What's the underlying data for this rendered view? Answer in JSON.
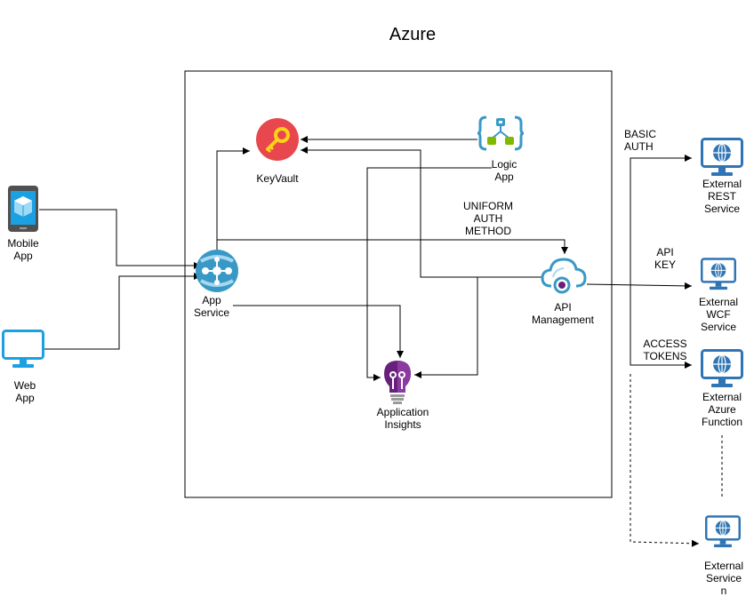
{
  "title": "Azure",
  "nodes": {
    "mobile_app": "Mobile\nApp",
    "web_app": "Web\nApp",
    "keyvault": "KeyVault",
    "logic_app": "Logic\nApp",
    "app_service": "App\nService",
    "api_management": "API\nManagement",
    "app_insights": "Application\nInsights",
    "ext_rest": "External\nREST\nService",
    "ext_wcf": "External\nWCF\nService",
    "ext_function": "External\nAzure\nFunction",
    "ext_n": "External\nService\nn"
  },
  "edge_labels": {
    "uniform_auth": "UNIFORM\nAUTH\nMETHOD",
    "basic_auth": "BASIC\nAUTH",
    "api_key": "API\nKEY",
    "access_tokens": "ACCESS\nTOKENS"
  },
  "colors": {
    "azure_blue": "#3999c6",
    "device_cyan": "#1ba1e2",
    "keyvault_red": "#e8474d",
    "key_yellow": "#ffd11a",
    "insights_purple": "#68217a",
    "logic_green": "#7fba00",
    "external_blue": "#2f75b5"
  },
  "icons": {
    "mobile_app": "mobile-phone-icon",
    "web_app": "monitor-icon",
    "keyvault": "key-vault-icon",
    "logic_app": "logic-app-icon",
    "app_service": "app-service-icon",
    "api_management": "api-management-icon",
    "app_insights": "lightbulb-icon",
    "external": "globe-monitor-icon"
  }
}
